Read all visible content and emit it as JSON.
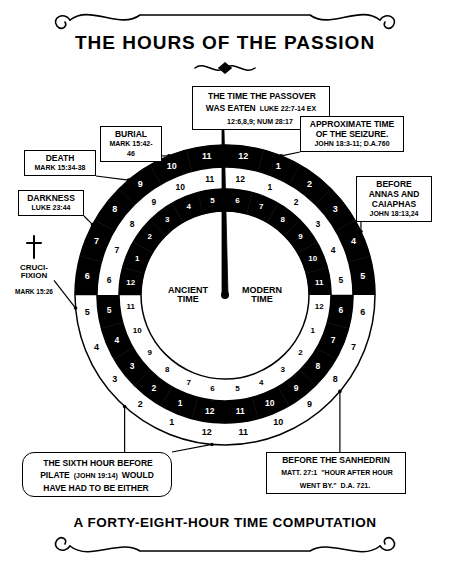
{
  "diagram": {
    "title": "THE HOURS OF THE PASSION",
    "caption": "A FORTY-EIGHT-HOUR TIME COMPUTATION",
    "nodes": [
      {
        "text": [
          "THE TIME THE PASSOVER WAS EATEN",
          "LUKE 22:7-14 EX 12:6,8,9; NUM 28:17"
        ]
      },
      {
        "text": [
          "DEATH",
          "MARK 15:34-38"
        ]
      },
      {
        "text": [
          "BURIAL",
          "MARK 15:42-46"
        ]
      },
      {
        "text": [
          "APPROXIMATE TIME OF THE SEIZURE.",
          "JOHN 18:3-11; D.A.760"
        ]
      },
      {
        "text": [
          "DARKNESS",
          "LUKE 23:44"
        ]
      },
      {
        "text": [
          "BEFORE ANNAS AND CAIAPHAS",
          "JOHN 18:13,24"
        ]
      },
      {
        "text": [
          "THE SIXTH HOUR BEFORE PILATE",
          "(JOHN 19:14)",
          "WOULD HAVE HAD TO BE EITHER"
        ]
      },
      {
        "text": [
          "BEFORE THE SANHEDRIN",
          "MATT. 27:1",
          "\"HOUR AFTER HOUR WENT BY.\"",
          "D.A. 721."
        ]
      }
    ],
    "labels": [
      "ANCIENT TIME",
      "MODERN TIME",
      "CRUCI- FIXION",
      "MARK 15:26",
      "12",
      "1",
      "2",
      "3",
      "4",
      "5",
      "6",
      "7",
      "8",
      "9",
      "10",
      "11",
      "12",
      "1",
      "2",
      "3",
      "4",
      "5",
      "6",
      "7",
      "8",
      "9",
      "10",
      "11",
      "12",
      "1",
      "2",
      "3",
      "4",
      "5",
      "6",
      "7",
      "8",
      "9",
      "10",
      "11",
      "12",
      "1",
      "2",
      "3",
      "4",
      "5",
      "6",
      "7",
      "8",
      "9",
      "10",
      "11",
      "6",
      "7",
      "8",
      "9",
      "10",
      "11",
      "12",
      "1",
      "2",
      "3",
      "4",
      "5",
      "6",
      "7",
      "8",
      "9",
      "10",
      "11",
      "12",
      "1",
      "2",
      "3",
      "4",
      "5"
    ]
  }
}
